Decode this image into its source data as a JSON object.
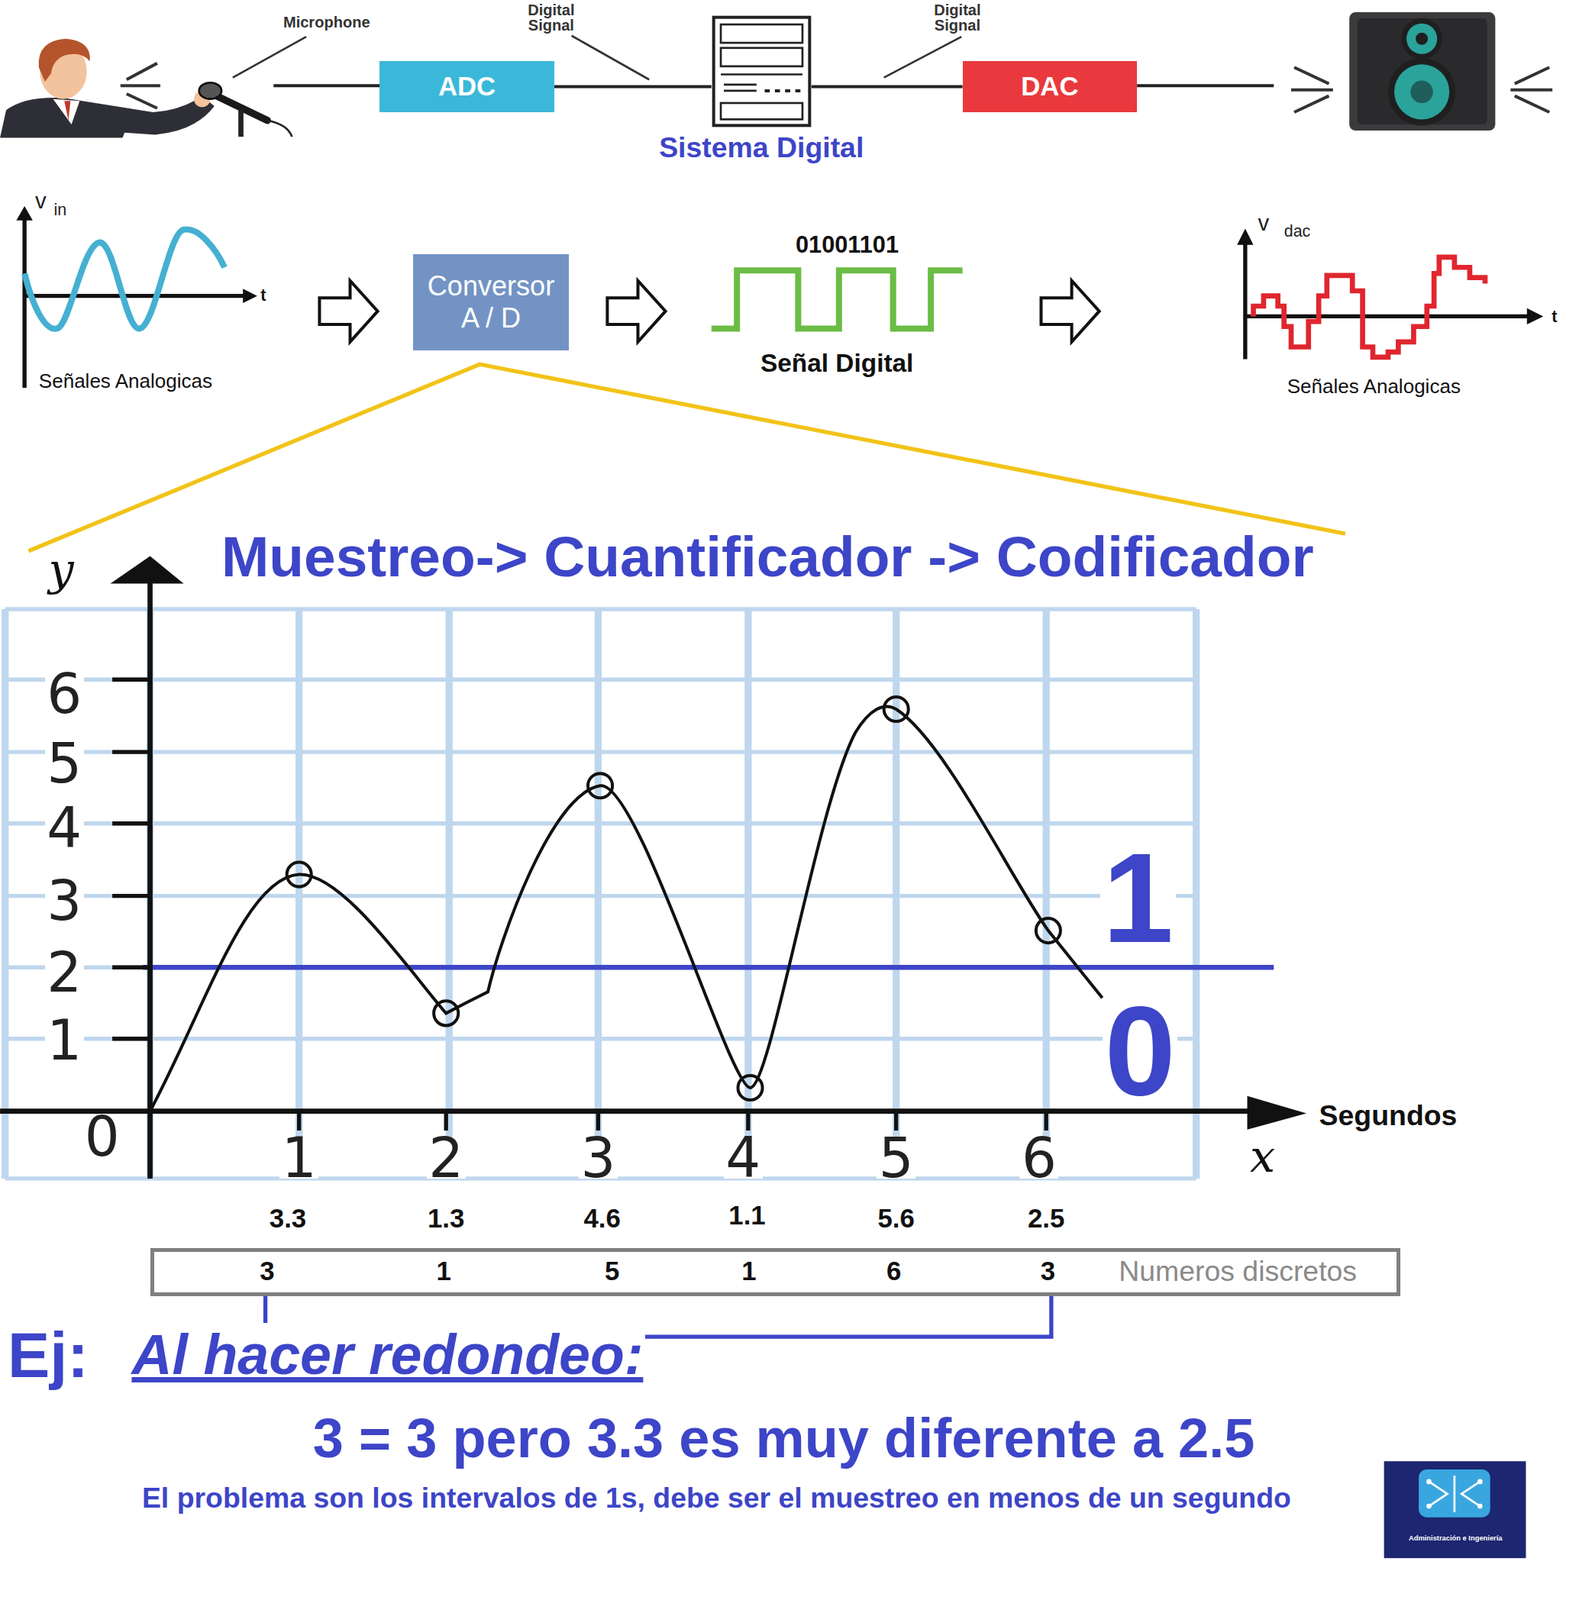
{
  "diagram": {
    "title": "Muestreo-> Cuantificador -> Codificador",
    "nodes": [
      {
        "text": [
          "ADC"
        ]
      },
      {
        "text": [
          "Sistema Digital"
        ]
      },
      {
        "text": [
          "DAC"
        ]
      },
      {
        "text": [
          "Conversor A / D"
        ]
      },
      {
        "text": [
          "3",
          "1",
          "5",
          "1",
          "6",
          "3",
          "Numeros discretos"
        ]
      }
    ],
    "edges": [
      {
        "from": 0,
        "to": 1,
        "arrow": "none"
      },
      {
        "from": 1,
        "to": 2,
        "arrow": "none"
      }
    ],
    "labels": [
      "Microphone",
      "Digital Signal",
      "Digital Signal",
      "v",
      "in",
      "t",
      "Señales Analogicas",
      "01001101",
      "Señal Digital",
      "v",
      "dac",
      "t",
      "Señales Analogicas",
      "y",
      "6",
      "5",
      "4",
      "3",
      "2",
      "1",
      "0",
      "1",
      "2",
      "3",
      "4",
      "5",
      "6",
      "x",
      "Segundos",
      "1",
      "0",
      "3.3",
      "1.3",
      "4.6",
      "1.1",
      "5.6",
      "2.5",
      "Ej:",
      "Al hacer redondeo:",
      "3 = 3 pero 3.3 es muy diferente a 2.5",
      "El problema son los intervalos de 1s, debe ser el muestreo en menos de un segundo",
      "Administración e Ingeniería"
    ]
  }
}
